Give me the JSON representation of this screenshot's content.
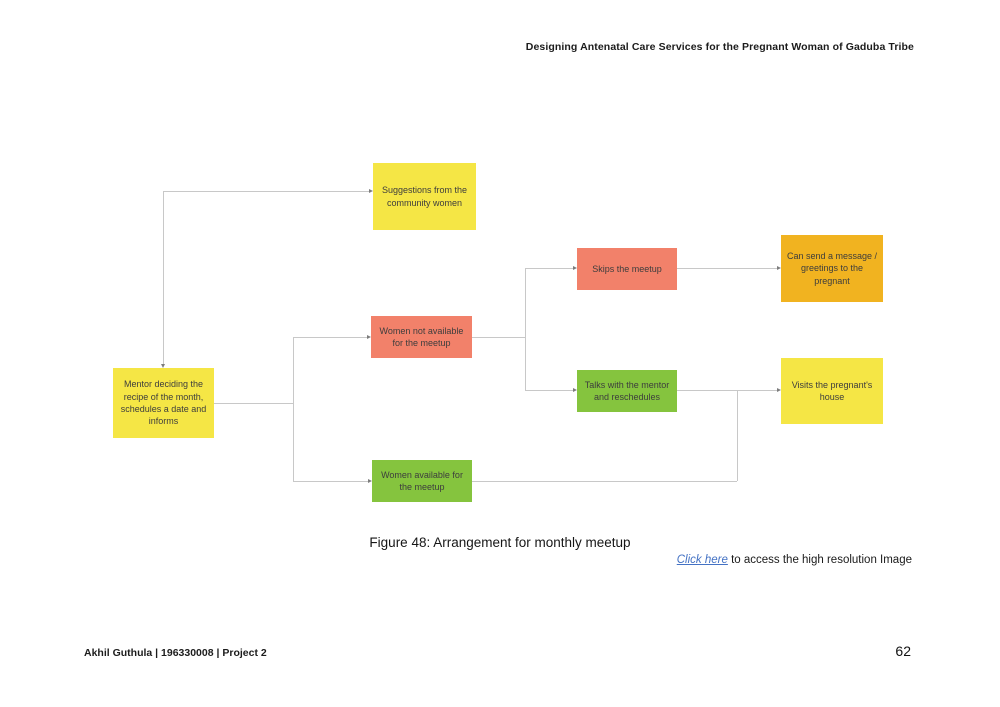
{
  "page": {
    "header": "Designing Antenatal Care Services for the Pregnant Woman of Gaduba Tribe",
    "caption": "Figure 48: Arrangement for monthly meetup",
    "link_text": "Click here",
    "link_suffix": " to access the high resolution Image",
    "footer": "Akhil Guthula | 196330008 | Project 2",
    "page_number": "62"
  },
  "colors": {
    "yellow": "#F5E645",
    "salmon": "#F2816A",
    "green": "#85C43E",
    "amber": "#F1B320",
    "line": "#C8C8C8",
    "link": "#4472C4"
  },
  "diagram": {
    "nodes": [
      {
        "id": "mentor-decides",
        "color": "yellow",
        "label": "Mentor deciding the\nrecipe of the month,\nschedules a date and\ninforms"
      },
      {
        "id": "suggestions",
        "color": "yellow",
        "label": "Suggestions from the\ncommunity women"
      },
      {
        "id": "women-not-available",
        "color": "salmon",
        "label": "Women not available\nfor the meetup"
      },
      {
        "id": "skips-meetup",
        "color": "salmon",
        "label": "Skips the meetup"
      },
      {
        "id": "talks-reschedules",
        "color": "green",
        "label": "Talks with the mentor\nand reschedules"
      },
      {
        "id": "women-available",
        "color": "green",
        "label": "Women available for\nthe meetup"
      },
      {
        "id": "can-send-message",
        "color": "amber",
        "label": "Can send a message /\ngreetings to the\npregnant"
      },
      {
        "id": "visits-house",
        "color": "yellow",
        "label": "Visits the pregnant's\nhouse"
      }
    ],
    "edges": [
      {
        "from": "suggestions",
        "to": "mentor-decides"
      },
      {
        "from": "mentor-decides",
        "to": "women-not-available"
      },
      {
        "from": "mentor-decides",
        "to": "women-available"
      },
      {
        "from": "women-not-available",
        "to": "skips-meetup"
      },
      {
        "from": "women-not-available",
        "to": "talks-reschedules"
      },
      {
        "from": "skips-meetup",
        "to": "can-send-message"
      },
      {
        "from": "talks-reschedules",
        "to": "visits-house"
      },
      {
        "from": "women-available",
        "to": "visits-house"
      }
    ]
  }
}
